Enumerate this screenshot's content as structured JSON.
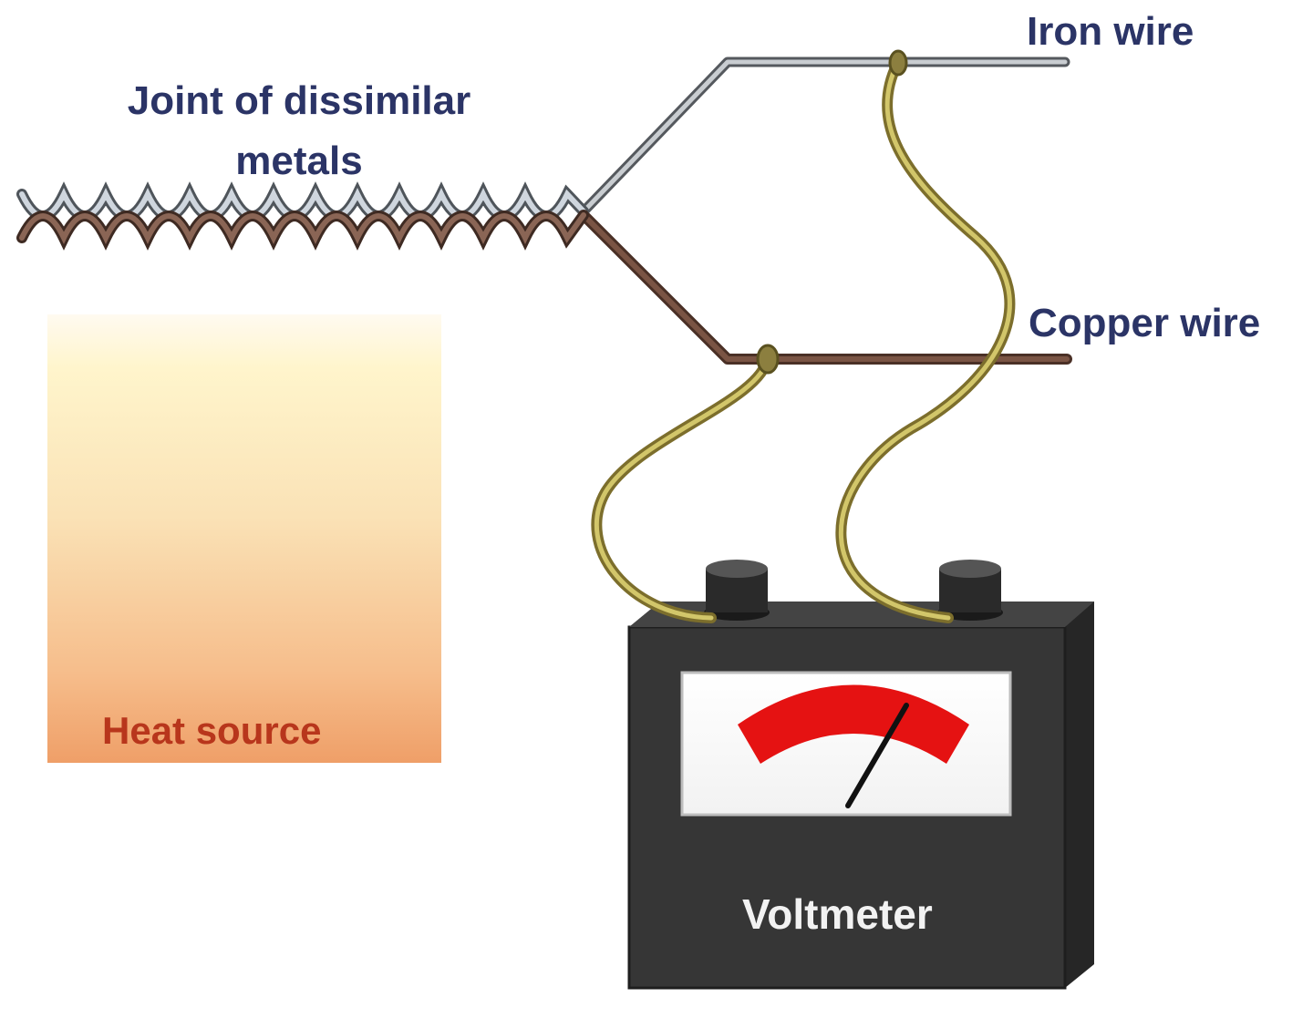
{
  "labels": {
    "joint_line1": "Joint of dissimilar",
    "joint_line2": "metals",
    "iron_wire": "Iron wire",
    "copper_wire": "Copper wire",
    "heat_source": "Heat source",
    "voltmeter": "Voltmeter"
  },
  "colors": {
    "label_text": "#2b3466",
    "heat_text": "#b8361c",
    "iron": "#9aa0a6",
    "copper": "#6b4a3a",
    "lead_wire": "#b7a447",
    "meter_body": "#2f2f2f",
    "meter_arc": "#e01010",
    "heat_top": "#fff6cf",
    "heat_bottom": "#f0a36c"
  },
  "meter": {
    "needle_level": 0.6
  }
}
